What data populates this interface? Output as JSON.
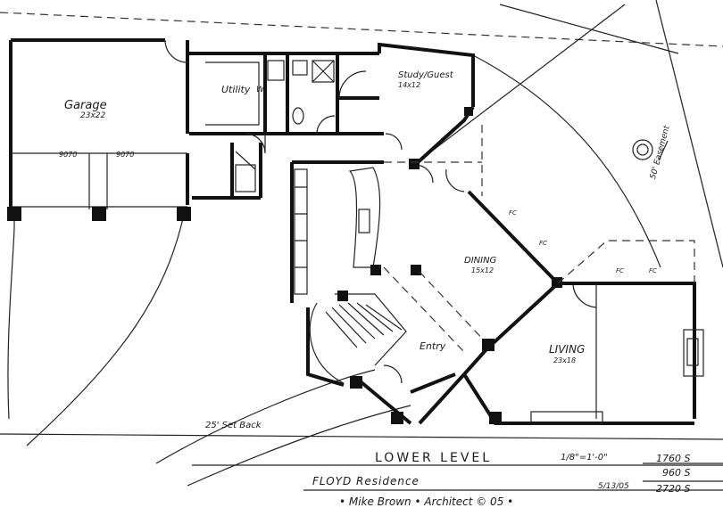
{
  "rooms": {
    "garage": {
      "name": "Garage",
      "size": "23x22"
    },
    "utility": {
      "name": "Utility",
      "mark": "W"
    },
    "study": {
      "name": "Study/Guest",
      "size": "14x12"
    },
    "dining": {
      "name": "DINING",
      "size": "15x12"
    },
    "entry": {
      "name": "Entry"
    },
    "living": {
      "name": "LIVING",
      "size": "23x18"
    }
  },
  "door_labels": [
    "9070",
    "9070"
  ],
  "fc_marks": [
    "FC",
    "FC",
    "FC",
    "FC"
  ],
  "annotations": {
    "setback": "25' Set Back",
    "easement": "50' Easement"
  },
  "title_block": {
    "level": "LOWER LEVEL",
    "scale": "1/8\"=1'-0\"",
    "project": "FLOYD Residence",
    "architect": "• Mike Brown • Architect © 05 •",
    "date": "5/13/05",
    "areas": [
      {
        "value": "1760",
        "unit": "S"
      },
      {
        "value": "960",
        "unit": "S"
      },
      {
        "value": "2720",
        "unit": "S"
      }
    ]
  }
}
